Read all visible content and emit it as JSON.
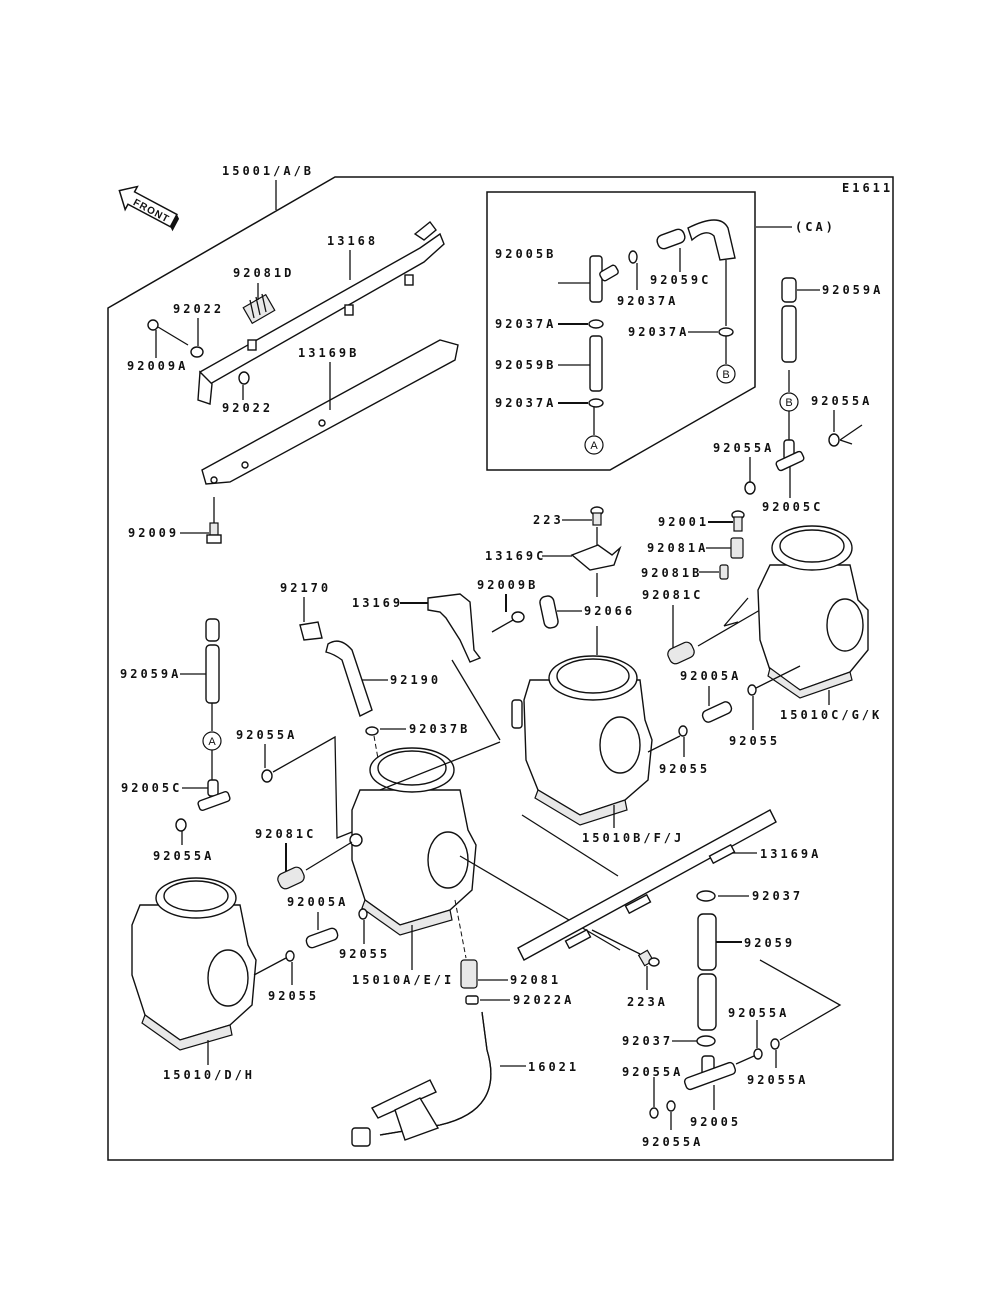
{
  "diagram": {
    "code": "E1611",
    "front_arrow": "FRONT",
    "subassembly_tag": "(CA)",
    "callouts": {
      "a": "A",
      "b": "B"
    },
    "labels": {
      "assy": "15001/A/B",
      "p13168": "13168",
      "p92081D": "92081D",
      "p92022_top": "92022",
      "p92009A": "92009A",
      "p13169B": "13169B",
      "p92022_mid": "92022",
      "p92009": "92009",
      "p92005B": "92005B",
      "p92037A_1": "92037A",
      "p92059C": "92059C",
      "p92037A_2": "92037A",
      "p92037A_3": "92037A",
      "p92059B": "92059B",
      "p92037A_4": "92037A",
      "p92059A_r": "92059A",
      "p92055A_r1": "92055A",
      "p92055A_r2": "92055A",
      "p92005C_r": "92005C",
      "p223": "223",
      "p13169C": "13169C",
      "p92001": "92001",
      "p92081A": "92081A",
      "p92081B": "92081B",
      "p92081C_r": "92081C",
      "p92009B": "92009B",
      "p92066": "92066",
      "p13169": "13169",
      "p92170": "92170",
      "p92190": "92190",
      "p92005A_r": "92005A",
      "p15010CGK": "15010C/G/K",
      "p92055_r": "92055",
      "p92059A_l": "92059A",
      "p92037B": "92037B",
      "p92055A_l1": "92055A",
      "p92055_m": "92055",
      "p15010BFJ": "15010B/F/J",
      "p92005C_l": "92005C",
      "p92055A_l2": "92055A",
      "p92081C_l": "92081C",
      "p13169A": "13169A",
      "p92037_1": "92037",
      "p92005A_l": "92005A",
      "p92055_l": "92055",
      "p15010AEI": "15010A/E/I",
      "p92081": "92081",
      "p92059": "92059",
      "p92022A": "92022A",
      "p223A": "223A",
      "p92055_ll": "92055",
      "p92037_2": "92037",
      "p92055A_b1": "92055A",
      "p92055A_b2": "92055A",
      "p92055A_b3": "92055A",
      "p15010DH": "15010/D/H",
      "p16021": "16021",
      "p92005": "92005",
      "p92055A_b4": "92055A"
    }
  }
}
